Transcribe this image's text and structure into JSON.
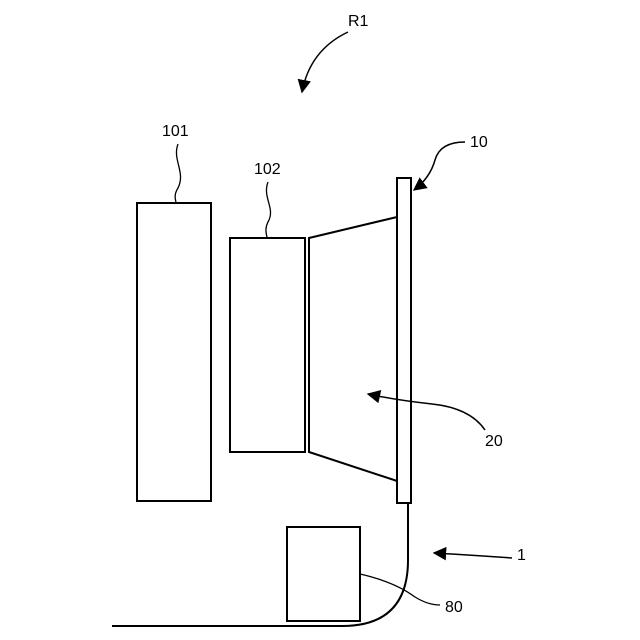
{
  "labels": {
    "r1": "R1",
    "ref_101": "101",
    "ref_102": "102",
    "ref_10": "10",
    "ref_20": "20",
    "ref_1": "1",
    "ref_80": "80"
  }
}
